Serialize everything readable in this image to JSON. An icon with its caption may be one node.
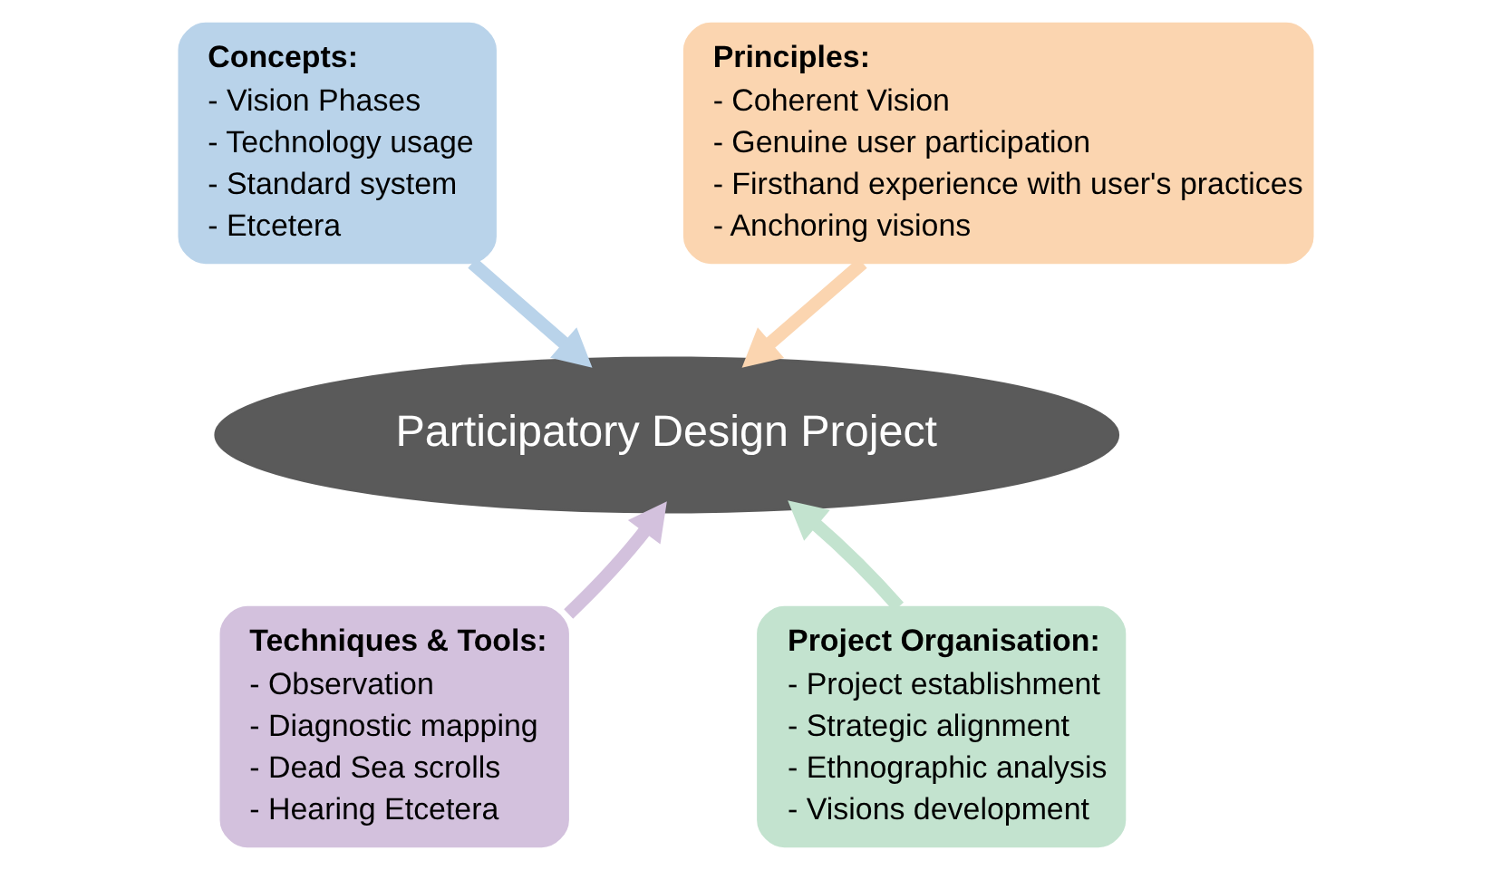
{
  "diagram": {
    "nodes": [
      {
        "text": [
          "Concepts:",
          "- Vision Phases",
          "- Technology usage",
          "- Standard system",
          "- Etcetera"
        ]
      },
      {
        "text": [
          "Principles:",
          "- Coherent Vision",
          "- Genuine user participation",
          "- Firsthand experience with user's practices",
          "- Anchoring visions"
        ]
      },
      {
        "text": [
          "Participatory Design Project"
        ]
      },
      {
        "text": [
          "Techniques & Tools:",
          "- Observation",
          "- Diagnostic mapping",
          "- Dead Sea scrolls",
          "- Hearing Etcetera"
        ]
      },
      {
        "text": [
          "Project Organisation:",
          "- Project establishment",
          "- Strategic alignment",
          "- Ethnographic analysis",
          "- Visions development"
        ]
      }
    ],
    "edges": [
      {
        "from": 0,
        "to": 2,
        "arrow": "to",
        "color": "#b9d3ea"
      },
      {
        "from": 1,
        "to": 2,
        "arrow": "to",
        "color": "#fbd5b0"
      },
      {
        "from": 3,
        "to": 2,
        "arrow": "to",
        "color": "#d3c1dd"
      },
      {
        "from": 4,
        "to": 2,
        "arrow": "to",
        "color": "#c3e3cf"
      }
    ]
  }
}
